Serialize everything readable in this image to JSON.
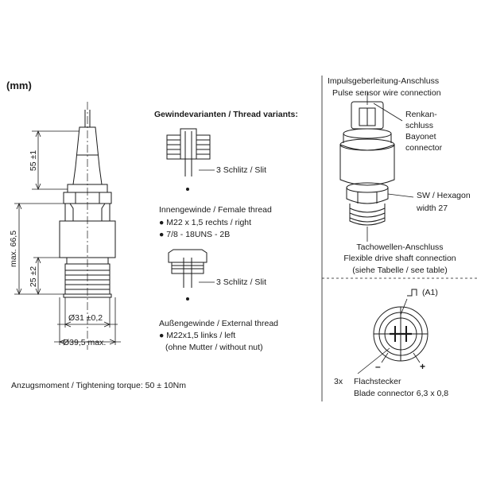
{
  "unit": "(mm)",
  "dimensions": {
    "upper_height": "55 ±1",
    "total_height": "max. 66,5",
    "thread_height": "25 ±2",
    "inner_diameter": "Ø31 ±0,2",
    "outer_diameter": "Ø39,5 max."
  },
  "thread_variants": {
    "title": "Gewindevarianten / Thread variants:",
    "female": {
      "slot_label": "3  Schlitz / Slit",
      "heading": "Innengewinde / Female thread",
      "items": [
        "M22 x 1,5 rechts / right",
        "7/8 - 18UNS - 2B"
      ]
    },
    "external": {
      "slot_label": "3  Schlitz / Slit",
      "heading": "Außengewinde / External thread",
      "items": [
        "M22x1,5 links / left"
      ],
      "note": "(ohne Mutter / without nut)"
    }
  },
  "torque": "Anzugsmoment / Tightening torque: 50 ± 10Nm",
  "right_view": {
    "pulse_label": [
      "Impulsgeberleitung-Anschluss",
      "Pulse sensor wire connection"
    ],
    "bayonet_label": [
      "Renkan-",
      "schluss",
      "Bayonet",
      "connector"
    ],
    "hex_label": [
      "SW / Hexagon",
      "width 27"
    ],
    "drive_label": [
      "Tachowellen-Anschluss",
      "Flexible drive shaft connection",
      "(siehe Tabelle / see table)"
    ]
  },
  "connector": {
    "signal_label": "(A1)",
    "minus_label": "–",
    "plus_label": "+",
    "count": "3x",
    "name": "Flachstecker",
    "spec": "Blade connector 6,3 x 0,8"
  }
}
